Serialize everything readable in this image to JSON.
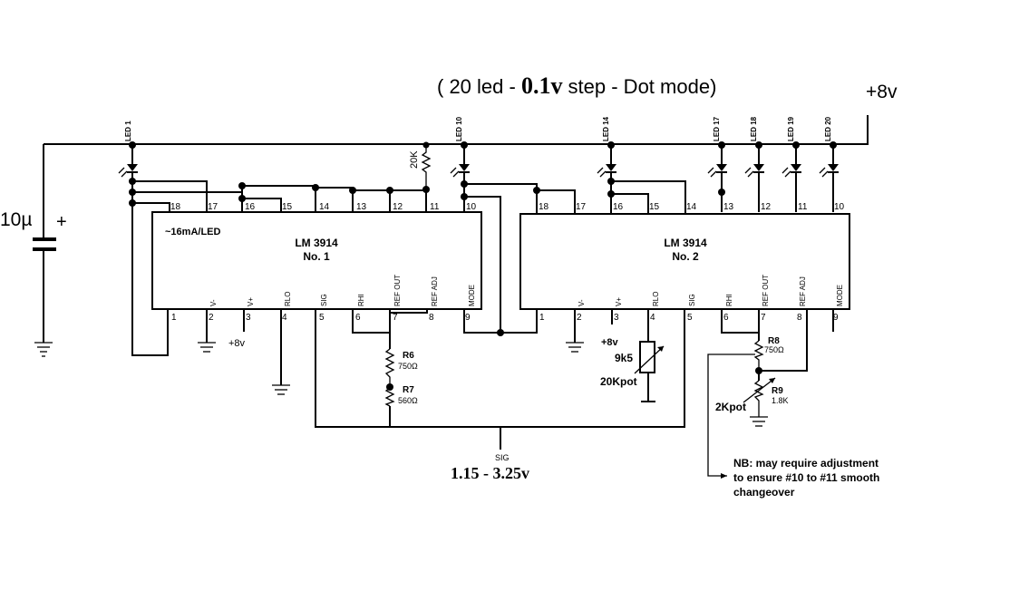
{
  "header": {
    "prefix": "( 20 led  - ",
    "step_value": "0.1v",
    "suffix": " step  - Dot mode)"
  },
  "supply_label": "+8v",
  "capacitor": {
    "value": "10µ",
    "polarity": "+"
  },
  "led_labels": [
    "LED 1",
    "LED 10",
    "LED 14",
    "LED 17",
    "LED 18",
    "LED 19",
    "LED 20"
  ],
  "resistor_20k": "20K",
  "current_note": "~16mA/LED",
  "chips": [
    {
      "name": "LM 3914",
      "number": "No. 1",
      "top_pins": [
        "18",
        "17",
        "16",
        "15",
        "14",
        "13",
        "12",
        "11",
        "10"
      ],
      "bottom_pins": [
        "1",
        "2",
        "3",
        "4",
        "5",
        "6",
        "7",
        "8",
        "9"
      ],
      "pin_names": {
        "v_minus": "V-",
        "v_plus": "V+",
        "rlo": "RLO",
        "sig": "SIG",
        "rhi": "RHI",
        "ref_out": "REF OUT",
        "ref_adj": "REF ADJ",
        "mode": "MODE"
      },
      "supply": "+8v"
    },
    {
      "name": "LM 3914",
      "number": "No. 2",
      "top_pins": [
        "18",
        "17",
        "16",
        "15",
        "14",
        "13",
        "12",
        "11",
        "10"
      ],
      "bottom_pins": [
        "1",
        "2",
        "3",
        "4",
        "5",
        "6",
        "7",
        "8",
        "9"
      ],
      "pin_names": {
        "v_minus": "V-",
        "v_plus": "V+",
        "rlo": "RLO",
        "sig": "SIG",
        "rhi": "RHI",
        "ref_out": "REF OUT",
        "ref_adj": "REF ADJ",
        "mode": "MODE"
      },
      "supply": "+8v"
    }
  ],
  "resistors": {
    "r6": {
      "name": "R6",
      "value": "750Ω"
    },
    "r7": {
      "name": "R7",
      "value": "560Ω"
    },
    "r8": {
      "name": "R8",
      "value": "750Ω"
    },
    "r9": {
      "name": "R9",
      "value": "1.8K"
    }
  },
  "pot_9k5": {
    "value": "9k5",
    "type": "20Kpot"
  },
  "pot_2k": "2Kpot",
  "signal": {
    "label": "SIG",
    "range": "1.15 - 3.25v"
  },
  "note": [
    "NB: may require adjustment",
    "to ensure #10 to #11 smooth",
    "changeover"
  ]
}
